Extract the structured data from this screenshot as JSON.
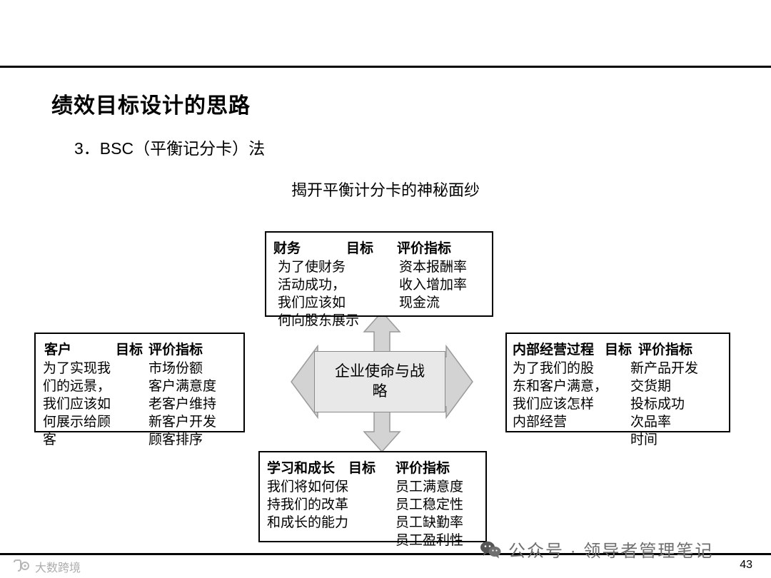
{
  "slide": {
    "title": "绩效目标设计的思路",
    "subtitle": "3．BSC（平衡记分卡）法",
    "diagram_title": "揭开平衡计分卡的神秘面纱",
    "page_number": "43"
  },
  "center": {
    "line1": "企业使命与战",
    "line2": "略"
  },
  "boxes": {
    "financial": {
      "header_perspective": "财务",
      "header_objective": "目标",
      "header_measure": "评价指标",
      "desc": [
        "为了使财务",
        "活动成功，",
        "我们应该如",
        "何向股东展示"
      ],
      "measures": [
        "资本报酬率",
        "收入增加率",
        "现金流"
      ]
    },
    "customer": {
      "header_perspective": "客户",
      "header_objective": "目标",
      "header_measure": "评价指标",
      "desc": [
        "为了实现我",
        "们的远景，",
        "我们应该如",
        "何展示给顾",
        "客"
      ],
      "measures": [
        "市场份额",
        "客户满意度",
        "老客户维持",
        "新客户开发",
        "顾客排序"
      ]
    },
    "internal": {
      "header_perspective": "内部经营过程",
      "header_objective": "目标",
      "header_measure": "评价指标",
      "desc": [
        "为了我们的股",
        "东和客户满意，",
        "我们应该怎样",
        "内部经营"
      ],
      "measures": [
        "新产品开发",
        "交货期",
        "投标成功",
        "次品率",
        "时间"
      ]
    },
    "learning": {
      "header_perspective": "学习和成长",
      "header_objective": "目标",
      "header_measure": "评价指标",
      "desc": [
        "我们将如何保",
        "持我们的改革",
        "和成长的能力"
      ],
      "measures": [
        "员工满意度",
        "员工稳定性",
        "员工缺勤率",
        "员工盈利性"
      ]
    }
  },
  "watermarks": {
    "right_text": "公众号 · 领导者管理笔记",
    "left_text": "大数跨境"
  },
  "colors": {
    "arrow_fill": "#d3d3d3",
    "arrow_stroke": "#808080",
    "center_fill": "#e8e8e8",
    "text": "#000000"
  }
}
